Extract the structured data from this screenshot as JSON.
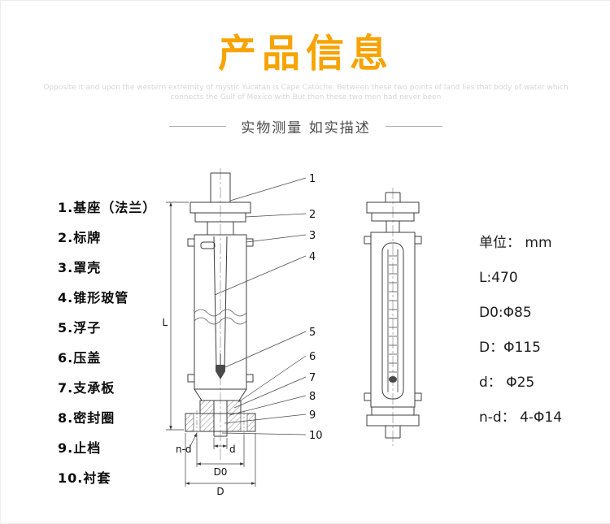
{
  "header": {
    "title": "产品信息",
    "watermark_line1": "Opposite it and upon the western extremity of mystic Yucatan is Cape Catoche. Between these two points of land lies that body of water which",
    "watermark_line2": "connects the Gulf of Mexico with But then these two men had never been"
  },
  "divider": {
    "label": "实物测量 如实描述"
  },
  "parts": {
    "items": [
      "1.基座（法兰）",
      "2.标牌",
      "3.罩壳",
      "4.锥形玻管",
      "5.浮子",
      "6.压盖",
      "7.支承板",
      "8.密封圈",
      "9.止档",
      "10.衬套"
    ]
  },
  "specs": {
    "lines": [
      "单位： mm",
      "L:470",
      "D0:Φ85",
      "D：Φ115",
      "d： Φ25",
      "n-d： 4-Φ14"
    ]
  },
  "diagram": {
    "callouts": [
      "1",
      "2",
      "3",
      "4",
      "5",
      "6",
      "7",
      "8",
      "9",
      "10"
    ],
    "dims": {
      "L": "L",
      "nd": "n-d",
      "d": "d",
      "D0": "D0",
      "D": "D"
    }
  },
  "colors": {
    "accent": "#f7a300",
    "line": "#3c3c3c"
  }
}
